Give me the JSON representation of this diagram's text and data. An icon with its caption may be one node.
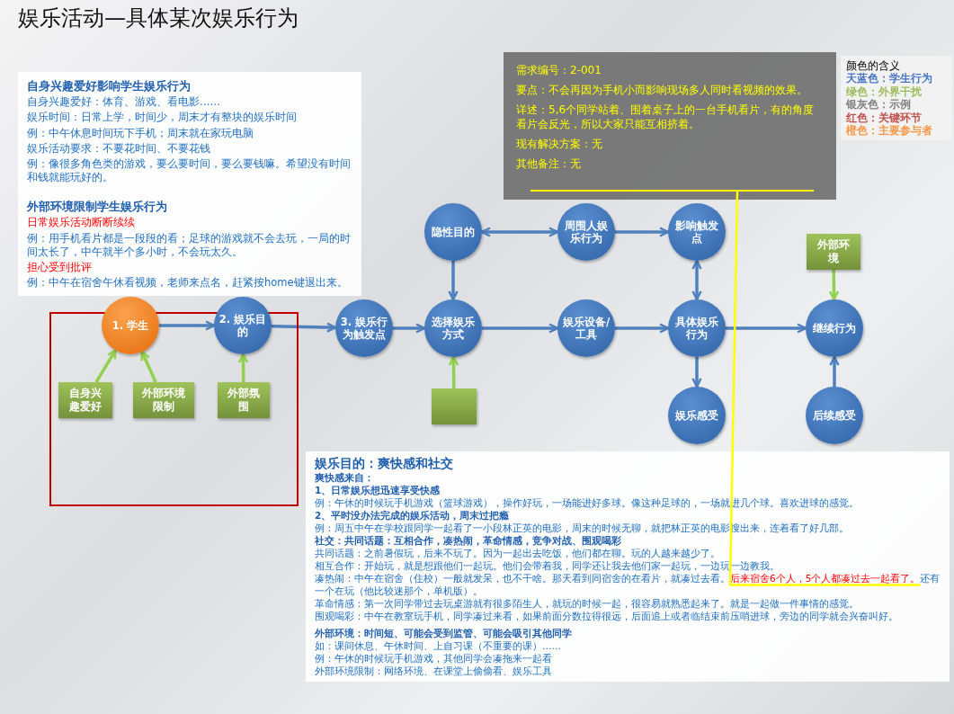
{
  "diagram": {
    "title": "娱乐活动—具体某次娱乐行为",
    "nodes": [
      {
        "text": [
          "自身兴趣爱好影响学生娱乐行为",
          "自身兴趣爱好：体育、游戏、看电影……",
          "娱乐时间：日常上学，时间少，周末才有整块的娱乐时间",
          "例：中午休息时间玩下手机；周末就在家玩电脑",
          "娱乐活动要求：不要花时间、不要花钱",
          "例：像很多角色类的游戏，要么要时间，要么要钱嘛。希望没有时间和钱就能玩好的。",
          "外部环境限制学生娱乐行为",
          "日常娱乐活动断断续续",
          "例：用手机看片都是一段段的看；足球的游戏就不会去玩，一局的时间太长了，中午就半个多小时，不会玩太久。",
          "担心受到批评",
          "例：中午在宿舍午休看视频，老师来点名，赶紧按home键退出来。"
        ]
      },
      {
        "text": [],
        "shape": "box"
      },
      {
        "text": [
          "1. 学生"
        ]
      },
      {
        "text": [
          "2. 娱乐目的"
        ]
      },
      {
        "text": [
          "自身兴趣爱好"
        ],
        "in": 1
      },
      {
        "text": [
          "外部环境限制"
        ],
        "in": 1
      },
      {
        "text": [
          "外部氛围"
        ],
        "in": 1
      },
      {
        "text": [
          "需求编号：2-001",
          "要点：不会再因为手机小而影响现场多人同时看视频的效果。",
          "详述：5,6个同学站着、围着桌子上的一台手机看片，有的角度看片会反光，所以大家只能互相挤着。",
          "现有解决方案：无",
          "其他备注：无"
        ]
      },
      {
        "text": [
          "隐性目的"
        ]
      },
      {
        "text": [
          "周围人娱乐行为"
        ]
      },
      {
        "text": [
          "影响触发点"
        ]
      },
      {
        "text": [
          "外部环境"
        ]
      },
      {
        "text": [
          "3. 娱乐行为触发点"
        ]
      },
      {
        "text": [
          "选择娱乐方式"
        ]
      },
      {
        "text": [
          "娱乐设备/工具"
        ]
      },
      {
        "text": [
          "具体娱乐行为"
        ]
      },
      {
        "text": [
          "继续行为"
        ]
      },
      {
        "text": [
          "娱乐目的：爽快感和社交",
          "爽快感来自：",
          "1、日常娱乐想迅速享受快感",
          "例：午休的时候玩手机游戏（篮球游戏），操作好玩，一场能进好多球。像这种足球的，一场就进几个球。喜欢进球的感觉。",
          "2、平时没办法完成的娱乐活动，周末过把瘾",
          "例：周五中午在学校跟同学一起看了一小段林正英的电影，周末的时候无聊，就把林正英的电影搜出来，连着看了好几部。",
          "社交：共同话题：互相合作，凑热闹，革命情感，竞争对战、围观喝彩",
          "共同话题：之前暑假玩，后来不玩了。因为一起出去吃饭，他们都在聊。玩的人越来越少了。",
          "相互合作：开始玩，就是想跟他们一起玩。他们会带着我，同学还让我去他们家一起玩，一边玩一边教我。",
          "凑热闹：中午在宿舍（住校）一般就发呆，也不干啥。那天看到同宿舍的在看片，就凑过去看。",
          "后来宿舍6个人，5个人都凑过去一起看了。",
          "还有一个在玩（他比较迷那个，单机版）。",
          "革命情感：第一次同学带过去玩桌游就有很多陌生人，就玩的时候一起，很容易就熟悉起来了。就是一起做一件事情的感觉。",
          "围观喝彩：中午在教室玩手机，同学凑过来看，如果前面分数拉得很远，后面追上或者临结束前压哨进球，旁边的同学就会兴奋叫好。",
          "外部环境：时间短、可能会受到监管、可能会吸引其他同学",
          "如：课间休息、午休时间、上自习课（不重要的课）……",
          "例：午休的时候玩手机游戏，其他同学会凑拖来一起看",
          "外部环境限制：网络环境、在课堂上偷偷看、娱乐工具"
        ]
      },
      {
        "text": [],
        "shape": "box"
      },
      {
        "text": [
          "娱乐感受"
        ]
      },
      {
        "text": [
          "后续感受"
        ]
      }
    ],
    "edges": [
      {
        "from": 4,
        "to": 2,
        "arrow": "to",
        "color": "#92d050"
      },
      {
        "from": 5,
        "to": 2,
        "arrow": "to",
        "color": "#92d050"
      },
      {
        "from": 6,
        "to": 3,
        "arrow": "to",
        "color": "#92d050"
      },
      {
        "from": 2,
        "to": 3,
        "arrow": "to"
      },
      {
        "from": 3,
        "to": 12,
        "arrow": "to"
      },
      {
        "from": 12,
        "to": 13,
        "arrow": "to"
      },
      {
        "from": 8,
        "to": 13,
        "arrow": "to"
      },
      {
        "from": 8,
        "to": 9,
        "arrow": "both"
      },
      {
        "from": 9,
        "to": 10,
        "arrow": "to"
      },
      {
        "from": 13,
        "to": 14,
        "arrow": "to"
      },
      {
        "from": 14,
        "to": 15,
        "arrow": "to"
      },
      {
        "from": 10,
        "to": 15,
        "arrow": "both"
      },
      {
        "from": 15,
        "to": 16,
        "arrow": "to"
      },
      {
        "from": 11,
        "to": 16,
        "arrow": "to",
        "color": "#92d050"
      },
      {
        "from": 15,
        "to": 19,
        "arrow": "to"
      },
      {
        "from": 20,
        "to": 16,
        "arrow": "to"
      },
      {
        "from": 18,
        "to": 13,
        "arrow": "to",
        "color": "#92d050"
      },
      {
        "from": 7,
        "to": 17,
        "arrow": "none",
        "color": "#ffff00"
      }
    ],
    "labels": [
      "颜色的含义"
    ],
    "legend": [
      {
        "text": "天蓝色：学生行为",
        "color": "#4472c4"
      },
      {
        "text": "绿色：外界干扰",
        "color": "#9bbb59"
      },
      {
        "text": "银灰色：示例",
        "color": "#7f7f7f"
      },
      {
        "text": "红色：关键环节",
        "color": "#c0504d"
      },
      {
        "text": "橙色：主要参与者",
        "color": "#f79646"
      }
    ]
  }
}
